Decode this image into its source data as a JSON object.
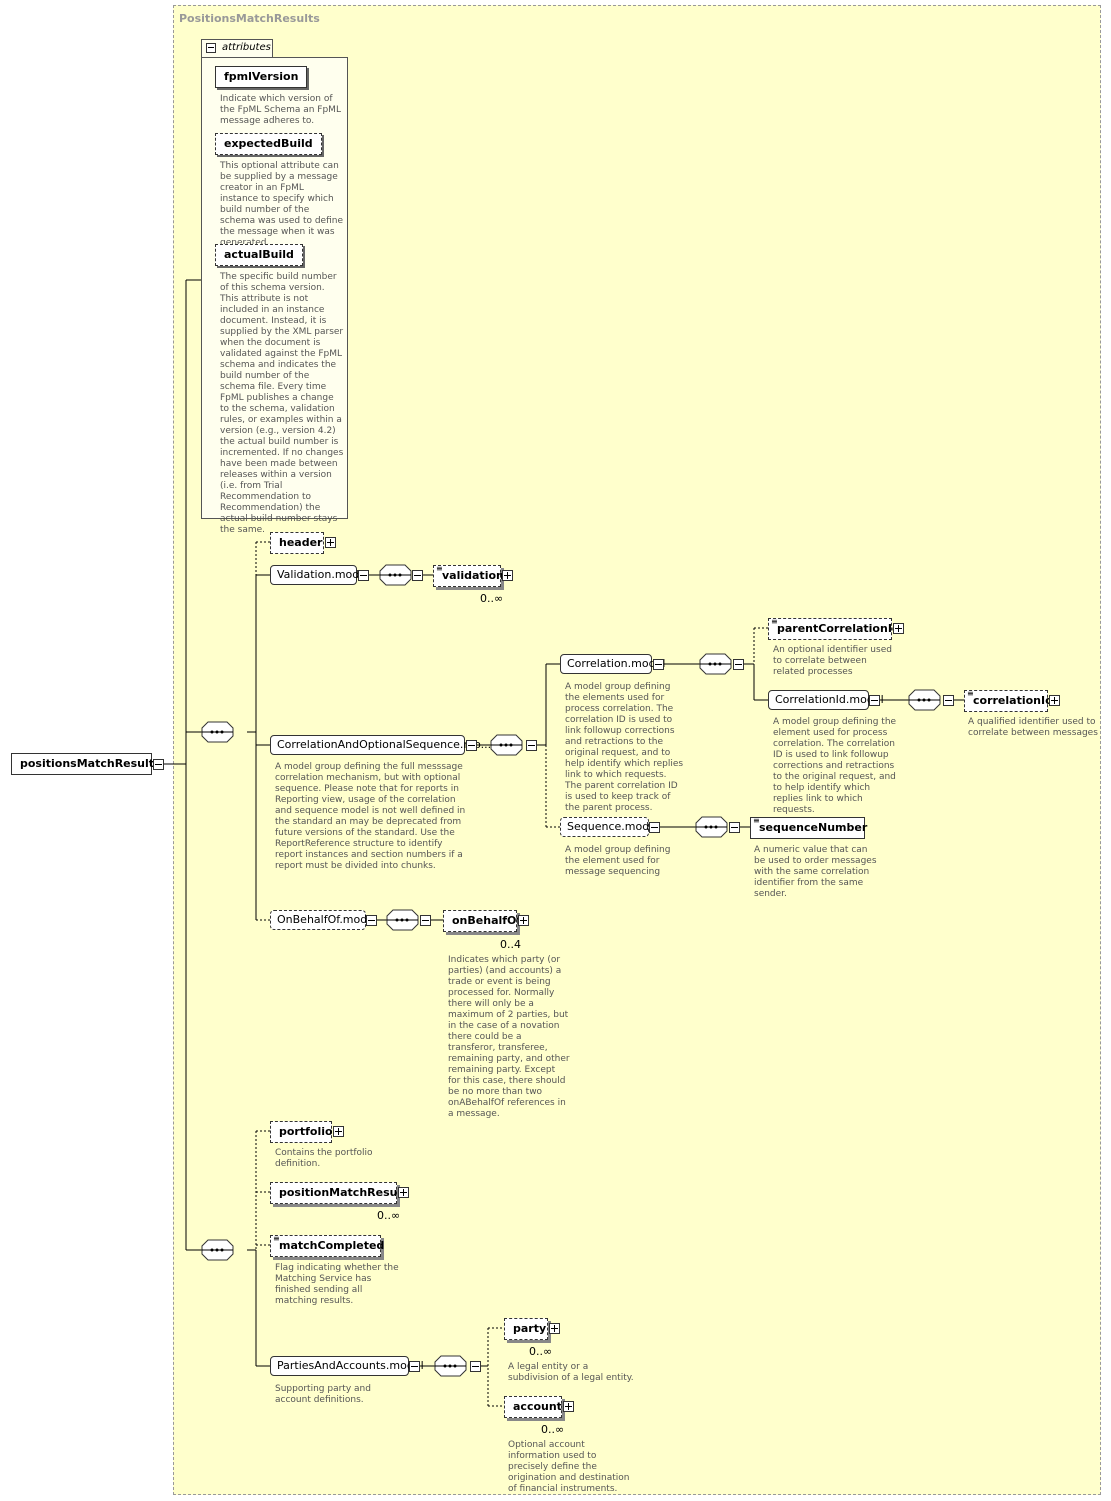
{
  "region": {
    "title": "PositionsMatchResults"
  },
  "attributes": {
    "tab_label": "attributes",
    "items": [
      {
        "name": "fpmlVersion",
        "desc": "Indicate which version of the FpML Schema an FpML message adheres to."
      },
      {
        "name": "expectedBuild",
        "desc": "This optional attribute can be supplied by a message creator in an FpML instance to specify which build number of the schema was used to define the message when it was generated."
      },
      {
        "name": "actualBuild",
        "desc": "The specific build number of this schema version. This attribute is not included in an instance document. Instead, it is supplied by the XML parser when the document is validated against the FpML schema and indicates the build number of the schema file. Every time FpML publishes a change to the schema, validation rules, or examples within a version (e.g., version 4.2) the actual build number is incremented. If no changes have been made between releases within a version (i.e. from Trial Recommendation to Recommendation) the actual build number stays the same."
      }
    ]
  },
  "root": {
    "name": "positionsMatchResults"
  },
  "nodes": {
    "header": "header",
    "validation_model": "Validation.model",
    "validation": "validation",
    "validation_card": "0..∞",
    "corr_opt_seq_model": "CorrelationAndOptionalSequence.mo...",
    "corr_opt_seq_desc": "A model group defining the full messsage correlation mechanism, but with optional sequence. Please note that for reports in Reporting view, usage of the correlation and sequence model is not well defined in the standard an may be deprecated from future versions of the standard. Use the ReportReference structure to identify report instances and section numbers if a report must be divided into chunks.",
    "correlation_model": "Correlation.model",
    "correlation_model_desc": "A model group defining the elements used for process correlation. The correlation ID is used to link followup corrections and retractions to the original request, and to help identify which replies link to which requests. The parent correlation ID is used to keep track of the parent process.",
    "parent_correlation_id": "parentCorrelationId",
    "parent_correlation_id_desc": "An optional identifier used to correlate between related processes",
    "correlation_id_model": "CorrelationId.model",
    "correlation_id_model_desc": "A model group defining the element used for process correlation. The correlation ID is used to link followup corrections and retractions to the original request, and to help identify which replies link to which requests.",
    "correlation_id": "correlationId",
    "correlation_id_desc": "A qualified identifier used to correlate between messages",
    "sequence_model": "Sequence.model",
    "sequence_model_desc": "A model group defining the element used for message sequencing",
    "sequence_number": "sequenceNumber",
    "sequence_number_desc": "A numeric value that can be used to order messages with the same correlation identifier from the same sender.",
    "on_behalf_of_model": "OnBehalfOf.model",
    "on_behalf_of": "onBehalfOf",
    "on_behalf_of_card": "0..4",
    "on_behalf_of_desc": "Indicates which party (or parties) (and accounts) a trade or event is being processed for. Normally there will only be a maximum of 2 parties, but in the case of a novation there could be a transferor, transferee, remaining party, and other remaining party. Except for this case, there should be no more than two onABehalfOf references in a message.",
    "portfolio": "portfolio",
    "portfolio_desc": "Contains the portfolio definition.",
    "position_match_result": "positionMatchResult",
    "position_match_result_card": "0..∞",
    "match_completed": "matchCompleted",
    "match_completed_desc": "Flag indicating whether the Matching Service has finished sending all matching results.",
    "parties_accounts_model": "PartiesAndAccounts.model",
    "parties_accounts_desc": "Supporting party and account definitions.",
    "party": "party",
    "party_card": "0..∞",
    "party_desc": "A legal entity or a subdivision of a legal entity.",
    "account": "account",
    "account_card": "0..∞",
    "account_desc": "Optional account information used to precisely define the origination and destination of financial instruments."
  }
}
